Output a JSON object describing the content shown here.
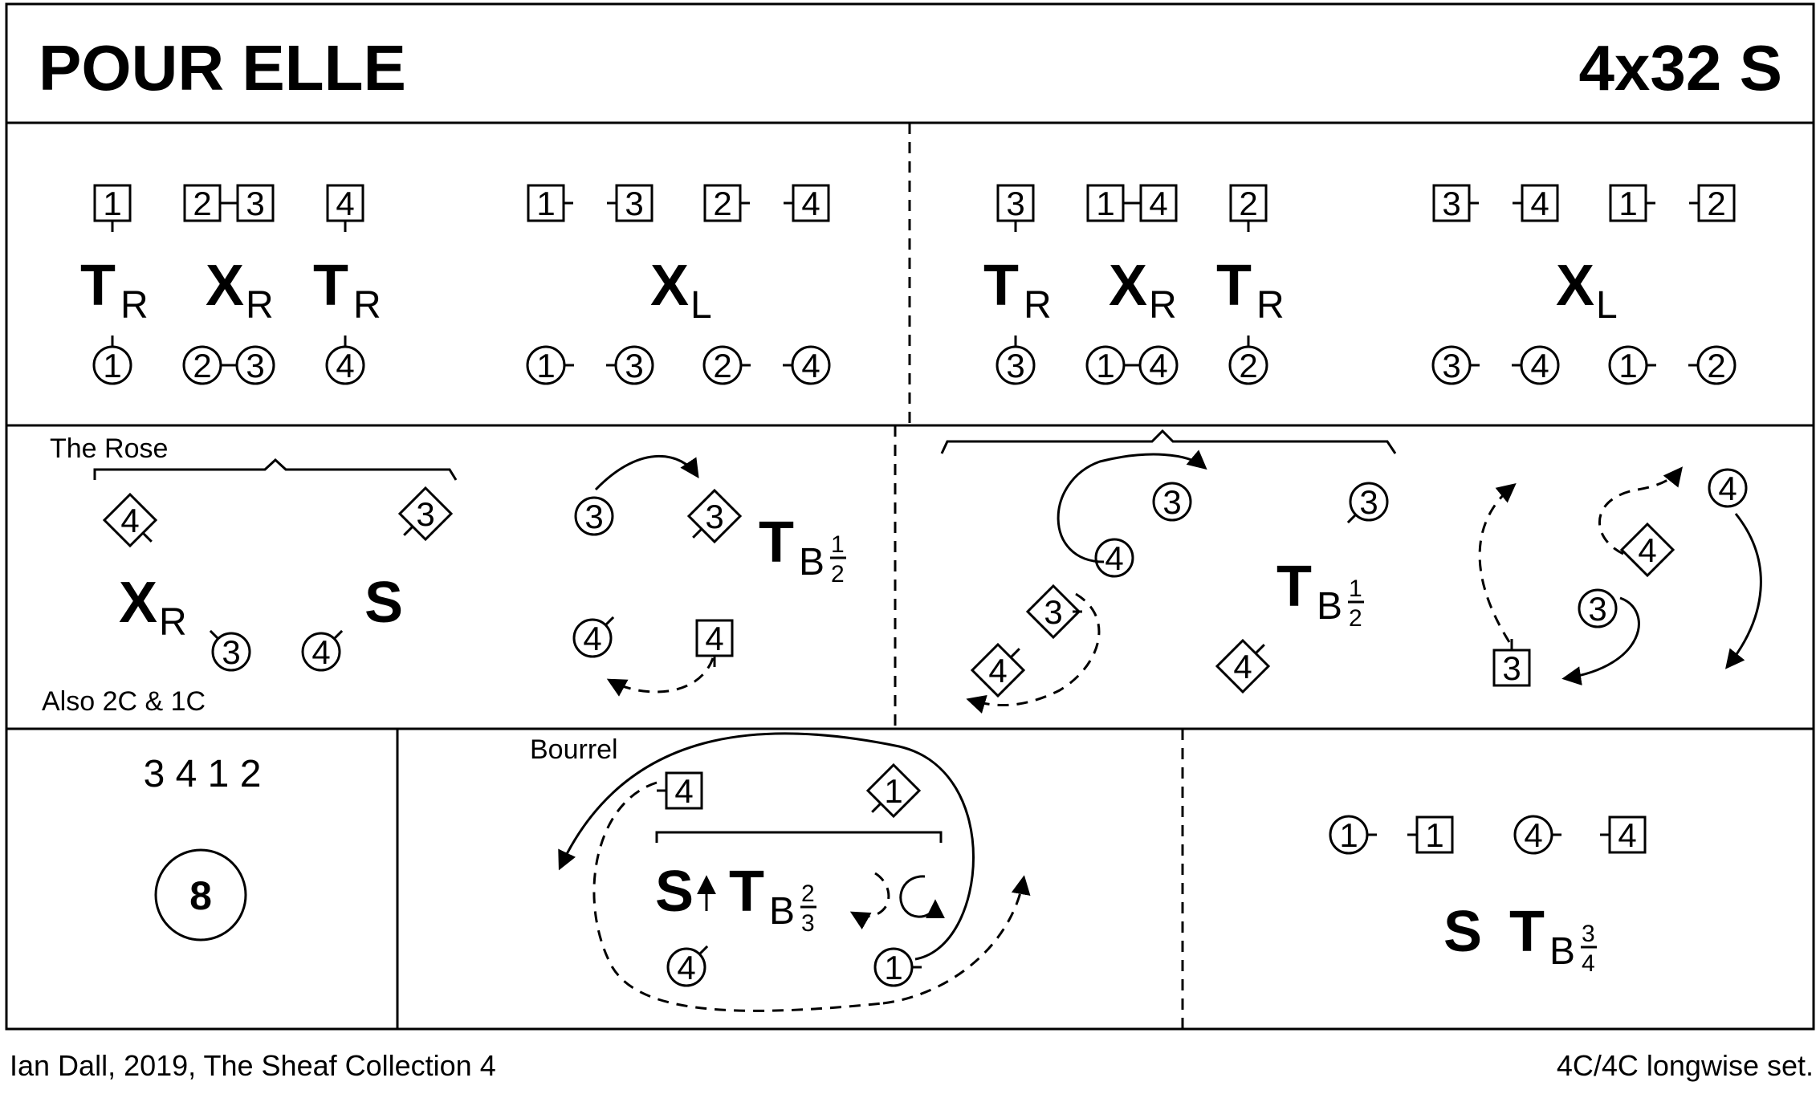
{
  "header": {
    "title": "POUR ELLE",
    "formation": "4x32 S"
  },
  "footer": {
    "credit": "Ian Dall, 2019, The Sheaf Collection 4",
    "set": "4C/4C longwise set."
  },
  "row1": {
    "a": {
      "top": [
        "1",
        "2",
        "3",
        "4"
      ],
      "moves": [
        {
          "m": "T",
          "s": "R"
        },
        {
          "m": "X",
          "s": "R"
        },
        {
          "m": "T",
          "s": "R"
        }
      ],
      "bottom": [
        "1",
        "2",
        "3",
        "4"
      ]
    },
    "b": {
      "top": [
        "1",
        "3",
        "2",
        "4"
      ],
      "move": {
        "m": "X",
        "s": "L"
      },
      "bottom": [
        "1",
        "3",
        "2",
        "4"
      ]
    },
    "c": {
      "top": [
        "3",
        "1",
        "4",
        "2"
      ],
      "moves": [
        {
          "m": "T",
          "s": "R"
        },
        {
          "m": "X",
          "s": "R"
        },
        {
          "m": "T",
          "s": "R"
        }
      ],
      "bottom": [
        "3",
        "1",
        "4",
        "2"
      ]
    },
    "d": {
      "top": [
        "3",
        "4",
        "1",
        "2"
      ],
      "move": {
        "m": "X",
        "s": "L"
      },
      "bottom": [
        "3",
        "4",
        "1",
        "2"
      ]
    }
  },
  "row2": {
    "rose_label": "The Rose",
    "also_label": "Also 2C & 1C",
    "p1": {
      "d4": "4",
      "d3": "3",
      "xr": {
        "m": "X",
        "s": "R"
      },
      "s": "S",
      "c3": "3",
      "c4": "4"
    },
    "p2": {
      "c3": "3",
      "d3": "3",
      "t": {
        "m": "T",
        "s": "B",
        "num": "1",
        "den": "2"
      },
      "c4": "4",
      "b4": "4"
    },
    "p3": {
      "c3a": "3",
      "c4": "4",
      "d3": "3",
      "d4": "4",
      "c3b": "3",
      "t": {
        "m": "T",
        "s": "B",
        "num": "1",
        "den": "2"
      },
      "d4b": "4"
    },
    "p4": {
      "c4": "4",
      "d4": "4",
      "c3": "3",
      "b3": "3"
    }
  },
  "row3": {
    "order": "3 4 1 2",
    "bars": "8",
    "bourrel_label": "Bourrel",
    "b4": "4",
    "d1": "1",
    "c4": "4",
    "c1": "1",
    "s": "S",
    "t": {
      "m": "T",
      "s": "B",
      "num": "2",
      "den": "3"
    },
    "pair": [
      "1",
      "1",
      "4",
      "4"
    ],
    "final_s": "S",
    "final_t": {
      "m": "T",
      "s": "B",
      "num": "3",
      "den": "4"
    }
  }
}
